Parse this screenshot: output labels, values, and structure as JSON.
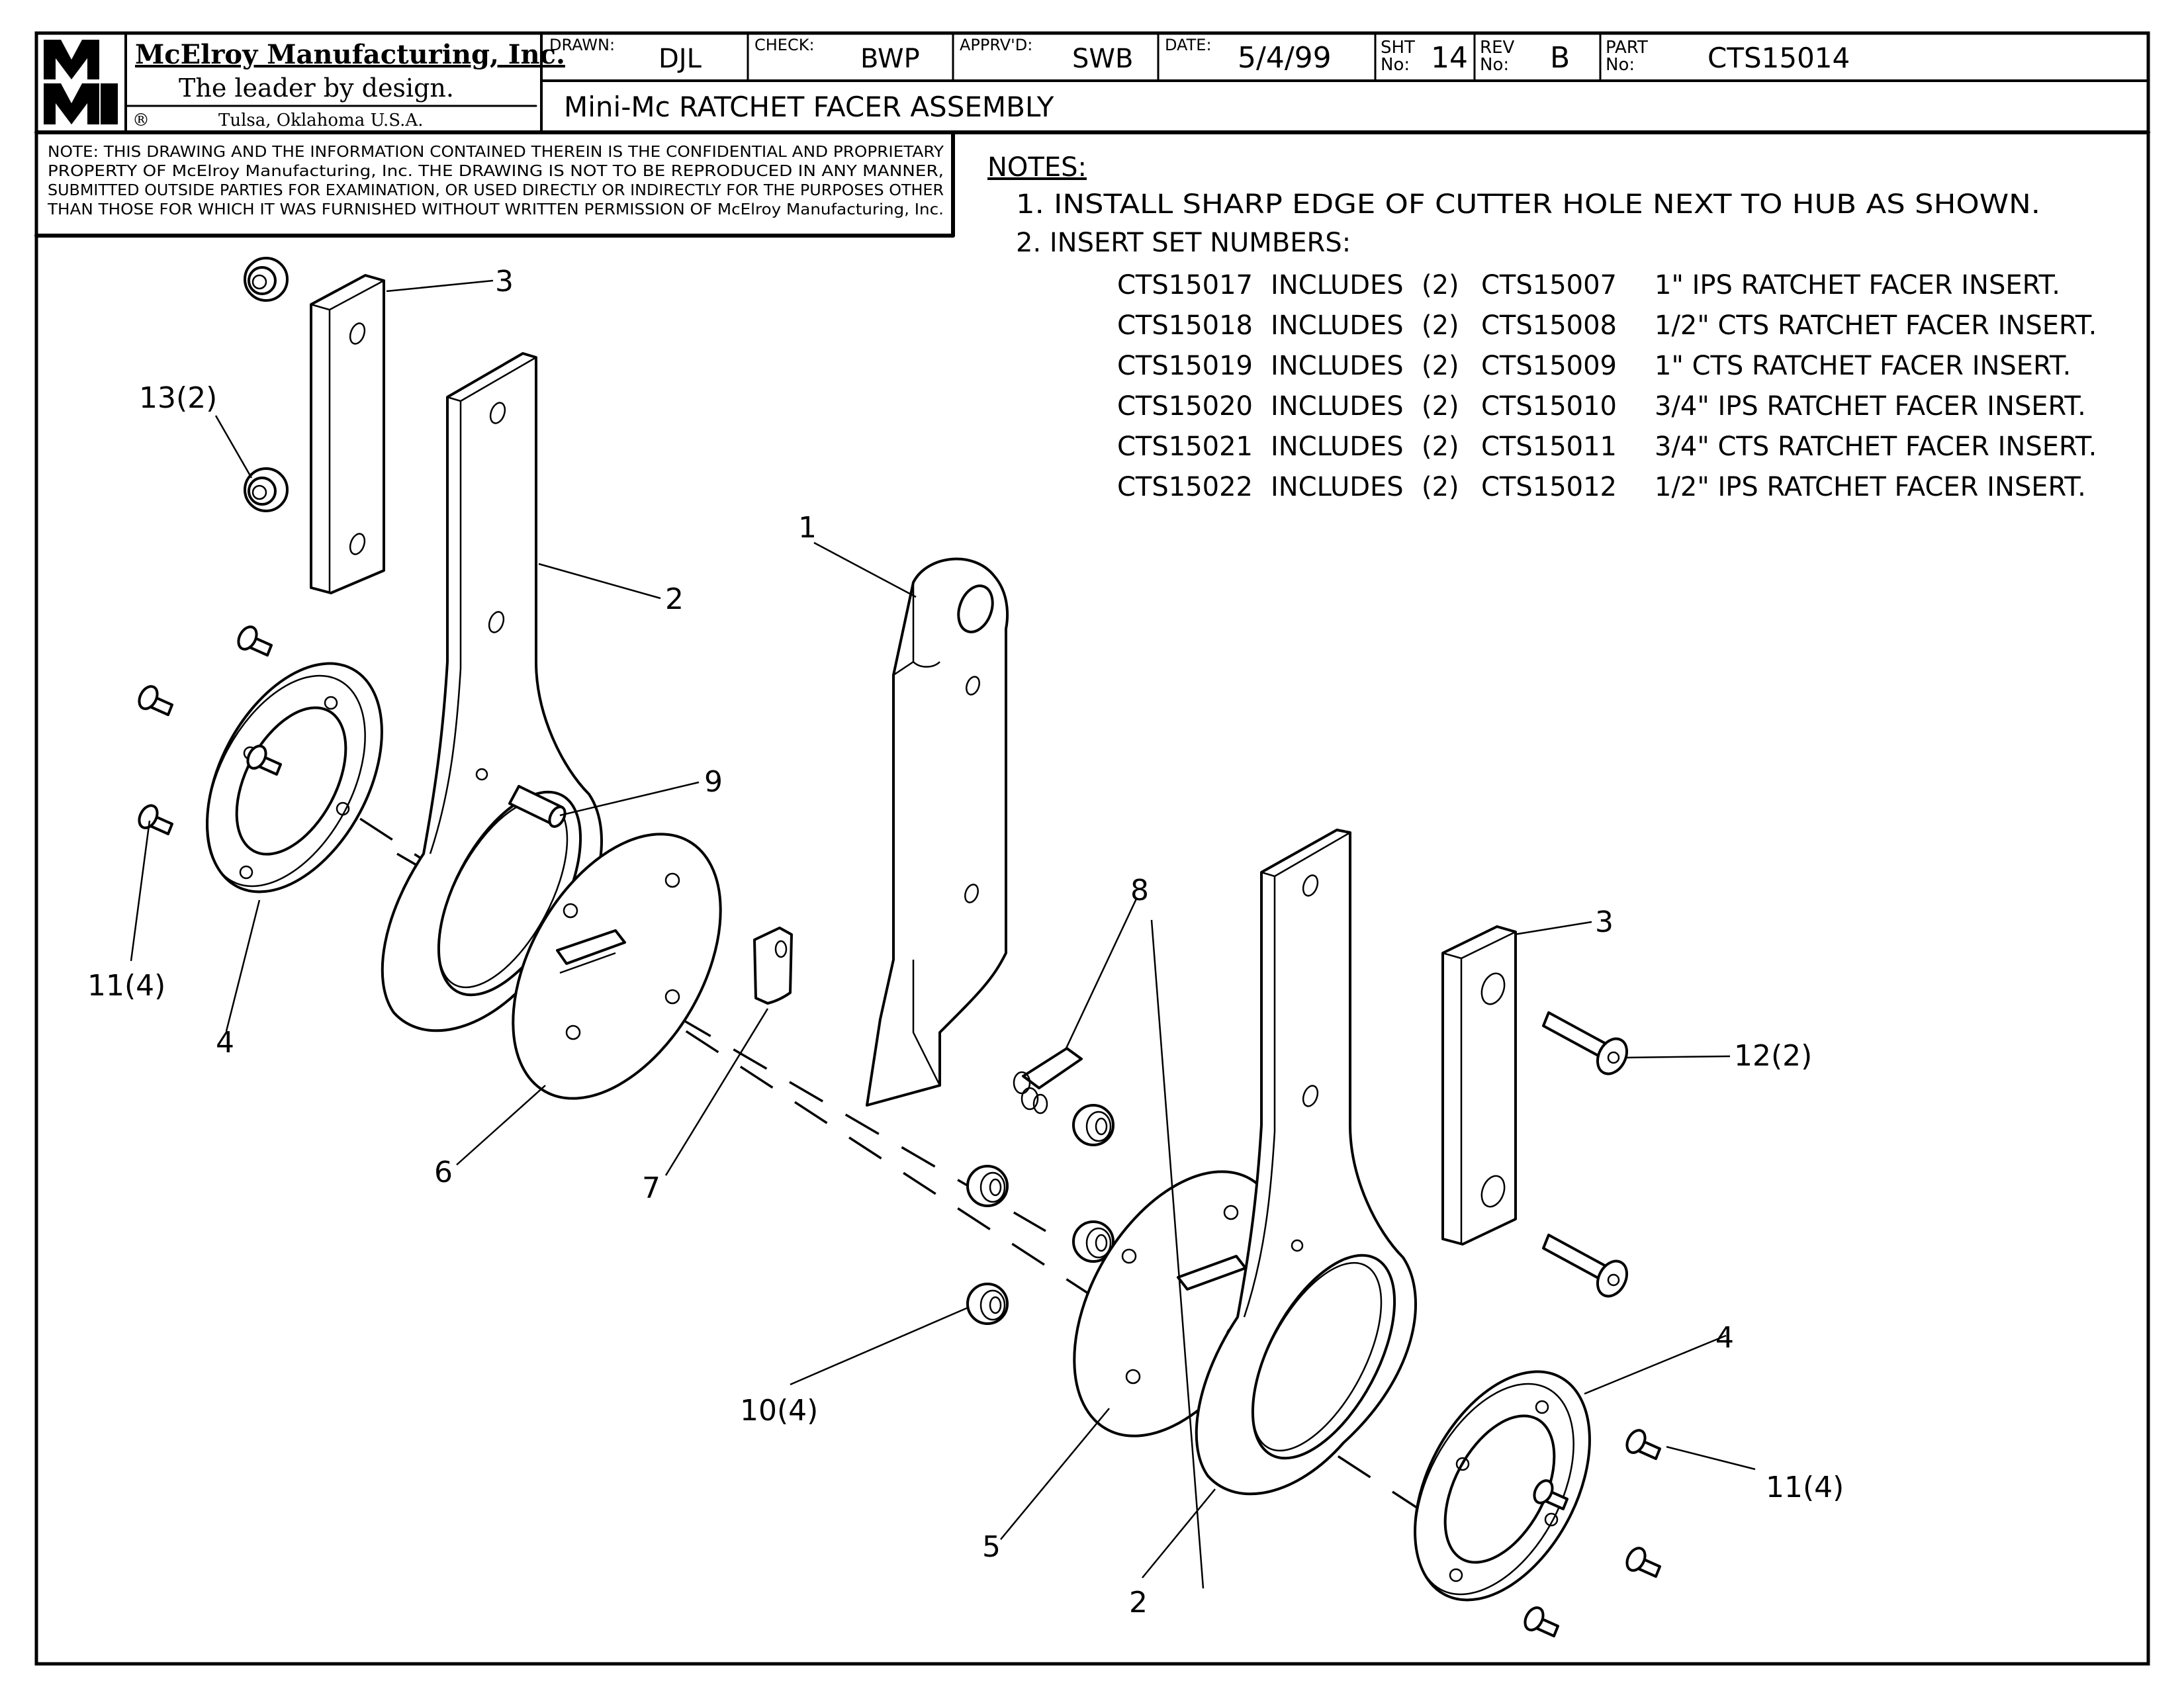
{
  "title_block": {
    "logo_text": "MMI",
    "company": "McElroy Manufacturing, Inc.",
    "slogan": "The leader by design.",
    "registered_mark": "®",
    "location": "Tulsa, Oklahoma U.S.A.",
    "drawn_label": "DRAWN:",
    "drawn_value": "DJL",
    "check_label": "CHECK:",
    "check_value": "BWP",
    "apprvd_label": "APPRV'D:",
    "apprvd_value": "SWB",
    "date_label": "DATE:",
    "date_value": "5/4/99",
    "sht_label_1": "SHT",
    "sht_label_2": "No:",
    "sht_value": "14",
    "rev_label_1": "REV",
    "rev_label_2": "No:",
    "rev_value": "B",
    "part_label_1": "PART",
    "part_label_2": "No:",
    "part_value": "CTS15014",
    "drawing_title": "Mini-Mc RATCHET FACER ASSEMBLY"
  },
  "confidential_note": [
    "NOTE: THIS DRAWING AND THE INFORMATION CONTAINED THEREIN IS THE CONFIDENTIAL AND PROPRIETARY",
    "PROPERTY OF McElroy Manufacturing, Inc. THE DRAWING IS NOT TO BE REPRODUCED IN ANY MANNER,",
    "SUBMITTED OUTSIDE PARTIES FOR EXAMINATION, OR USED DIRECTLY OR INDIRECTLY FOR THE PURPOSES OTHER",
    "THAN THOSE FOR WHICH IT WAS FURNISHED WITHOUT WRITTEN PERMISSION OF McElroy Manufacturing, Inc."
  ],
  "notes": {
    "heading": "NOTES:",
    "items": [
      "1. INSTALL SHARP EDGE OF CUTTER HOLE NEXT TO HUB AS SHOWN.",
      "2. INSERT SET NUMBERS:"
    ],
    "insert_sets": [
      {
        "set": "CTS15017",
        "includes": "INCLUDES",
        "qty": "(2)",
        "part": "CTS15007",
        "desc": "1\" IPS RATCHET FACER INSERT."
      },
      {
        "set": "CTS15018",
        "includes": "INCLUDES",
        "qty": "(2)",
        "part": "CTS15008",
        "desc": "1/2\" CTS RATCHET FACER INSERT."
      },
      {
        "set": "CTS15019",
        "includes": "INCLUDES",
        "qty": "(2)",
        "part": "CTS15009",
        "desc": "1\" CTS RATCHET FACER INSERT."
      },
      {
        "set": "CTS15020",
        "includes": "INCLUDES",
        "qty": "(2)",
        "part": "CTS15010",
        "desc": "3/4\" IPS RATCHET FACER INSERT."
      },
      {
        "set": "CTS15021",
        "includes": "INCLUDES",
        "qty": "(2)",
        "part": "CTS15011",
        "desc": "3/4\" CTS RATCHET FACER INSERT."
      },
      {
        "set": "CTS15022",
        "includes": "INCLUDES",
        "qty": "(2)",
        "part": "CTS15012",
        "desc": "1/2\" IPS RATCHET FACER INSERT."
      }
    ]
  },
  "callouts": {
    "c1": "1",
    "c2a": "2",
    "c2b": "2",
    "c3a": "3",
    "c3b": "3",
    "c4a": "4",
    "c4b": "4",
    "c5": "5",
    "c6": "6",
    "c7": "7",
    "c8": "8",
    "c9": "9",
    "c10": "10(4)",
    "c11a": "11(4)",
    "c11b": "11(4)",
    "c12": "12(2)",
    "c13": "13(2)"
  }
}
